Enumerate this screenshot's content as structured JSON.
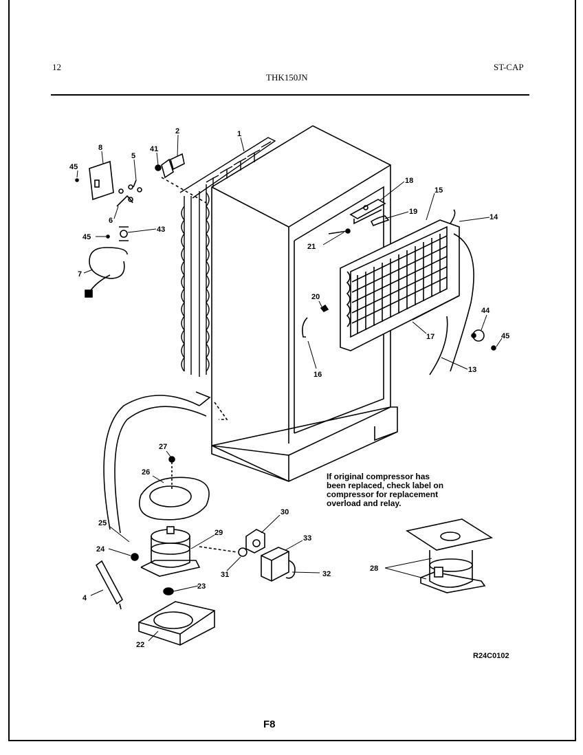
{
  "header": {
    "page": "12",
    "model": "THK150JN",
    "section": "ST-CAP"
  },
  "note": [
    "If original compressor has",
    "been replaced, check label on",
    "compressor for replacement",
    "overload and relay."
  ],
  "diagram_code": "R24C0102",
  "page_code": "F8",
  "callouts": {
    "c1": "1",
    "c2": "2",
    "c4": "4",
    "c5": "5",
    "c6": "6",
    "c7": "7",
    "c8": "8",
    "c13": "13",
    "c14": "14",
    "c15": "15",
    "c16": "16",
    "c17": "17",
    "c18": "18",
    "c19": "19",
    "c20": "20",
    "c21": "21",
    "c22": "22",
    "c23": "23",
    "c24": "24",
    "c25": "25",
    "c26": "26",
    "c27": "27",
    "c28": "28",
    "c29": "29",
    "c30": "30",
    "c31": "31",
    "c32": "32",
    "c33": "33",
    "c41": "41",
    "c43": "43",
    "c44": "44",
    "c45a": "45",
    "c45b": "45",
    "c45c": "45"
  }
}
